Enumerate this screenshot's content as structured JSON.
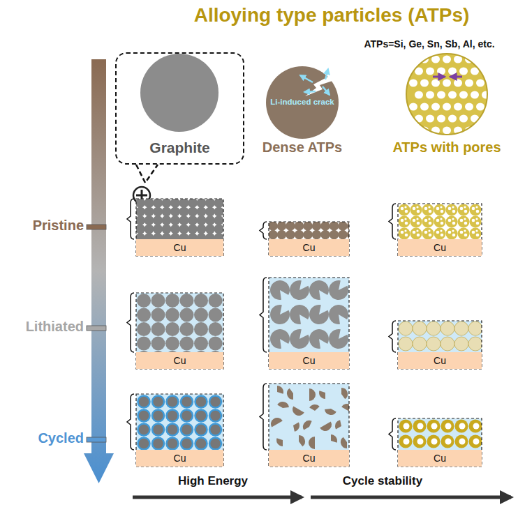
{
  "diagram": {
    "title": "Alloying type particles (ATPs)",
    "nodes": [
      {
        "text": [
          "Graphite"
        ]
      },
      {
        "text": [
          "Li-induced crack"
        ]
      },
      {
        "text": [
          "Cu"
        ]
      },
      {
        "text": [
          "Cu"
        ]
      },
      {
        "text": [
          "Cu"
        ]
      },
      {
        "text": [
          "Cu"
        ]
      },
      {
        "text": [
          "Cu"
        ]
      },
      {
        "text": [
          "Cu"
        ]
      },
      {
        "text": [
          "Cu"
        ]
      },
      {
        "text": [
          "Cu"
        ]
      },
      {
        "text": [
          "Cu"
        ]
      }
    ],
    "labels": [
      "ATPs=Si, Ge, Sn, Sb, Al, etc.",
      "Dense ATPs",
      "ATPs with pores",
      "Pristine",
      "Lithiated",
      "Cycled",
      "High Energy",
      "Cycle stability"
    ]
  }
}
